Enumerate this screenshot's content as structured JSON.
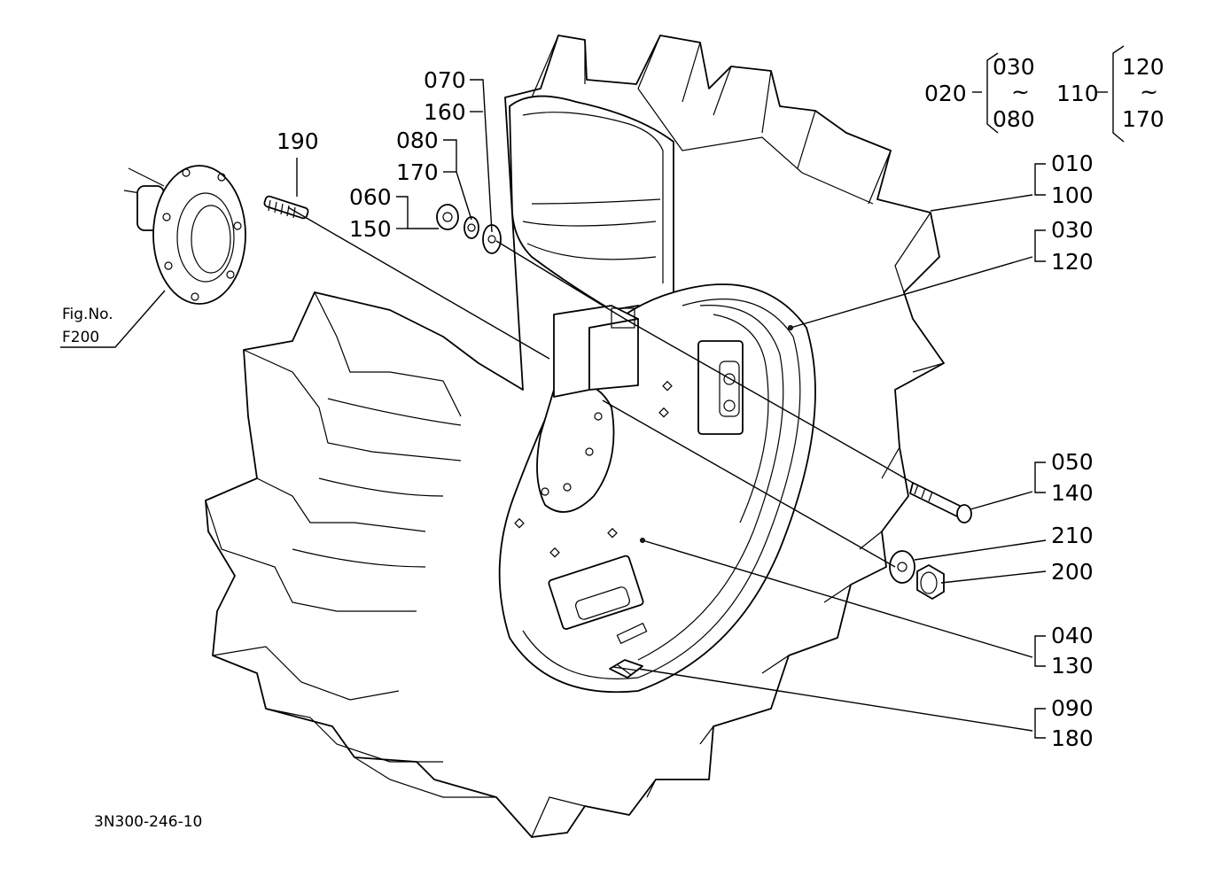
{
  "figure": {
    "drawing_number": "3N300-246-10",
    "reference": {
      "line1": "Fig.No.",
      "line2": "F200"
    }
  },
  "labels": {
    "l010": "010",
    "l100": "100",
    "l030": "030",
    "l120": "120",
    "l050": "050",
    "l140": "140",
    "l210": "210",
    "l200": "200",
    "l040": "040",
    "l130": "130",
    "l090": "090",
    "l180": "180",
    "l190": "190",
    "l070": "070",
    "l160": "160",
    "l080": "080",
    "l170": "170",
    "l060": "060",
    "l150": "150"
  },
  "groups": {
    "g1": {
      "main": "020",
      "top": "030",
      "tilde": "~",
      "bottom": "080"
    },
    "g2": {
      "main": "110",
      "top": "120",
      "tilde": "~",
      "bottom": "170"
    }
  }
}
